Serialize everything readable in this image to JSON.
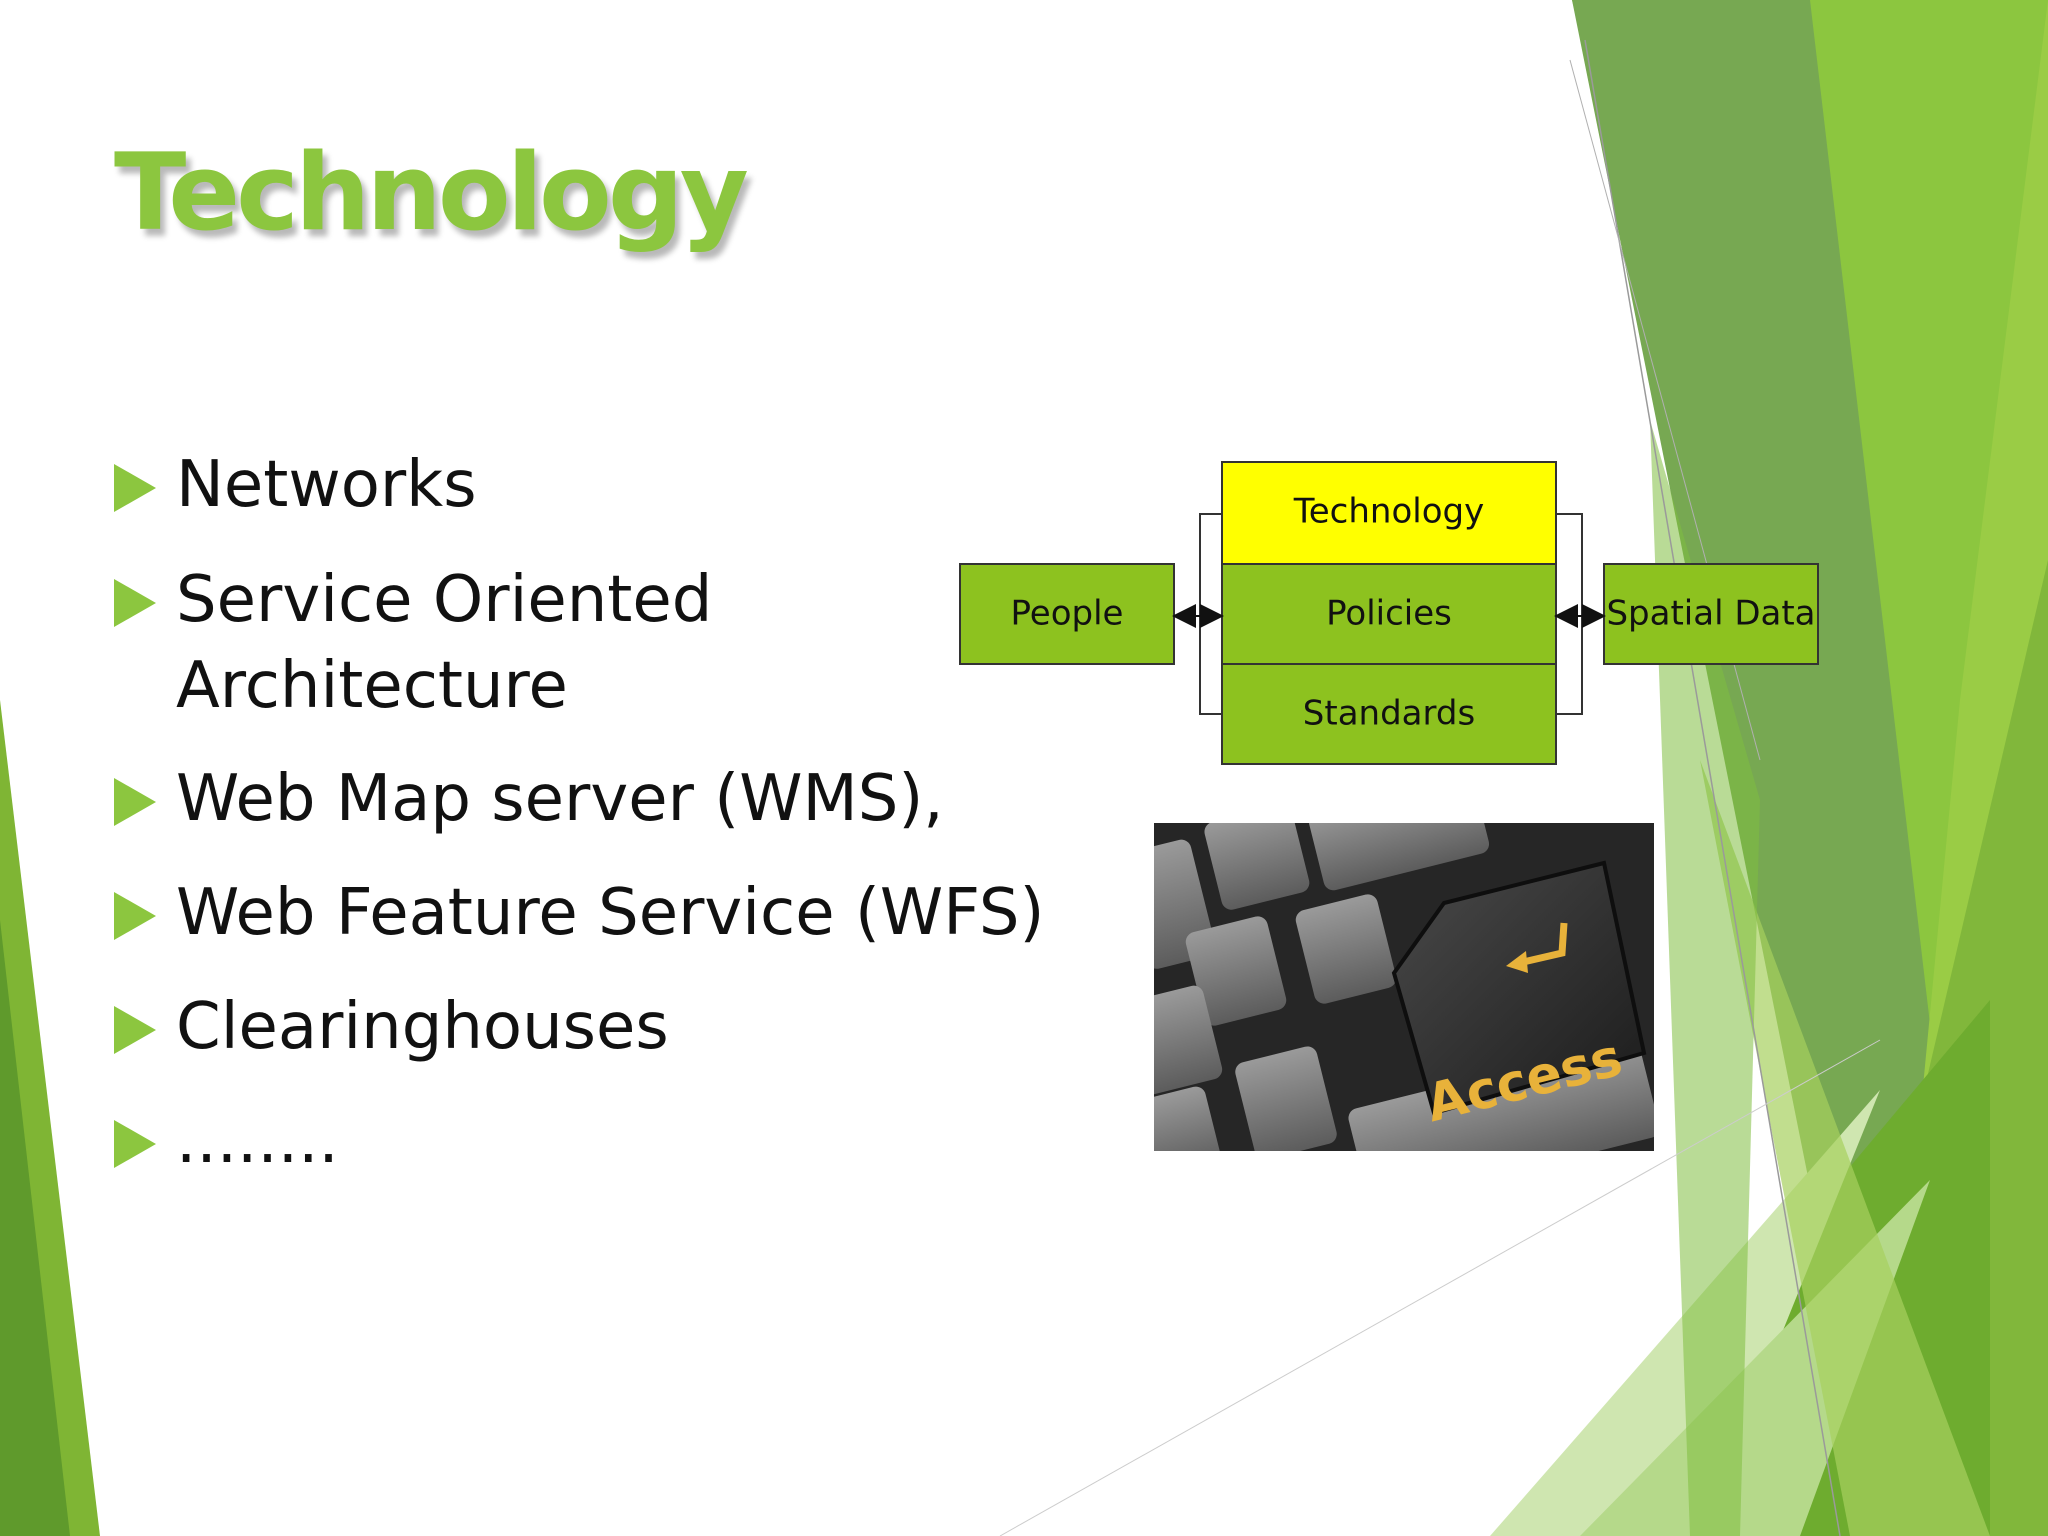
{
  "slide": {
    "title": "Technology",
    "bullets": [
      {
        "lines": [
          "Networks"
        ]
      },
      {
        "lines": [
          "Service Oriented",
          "Architecture"
        ]
      },
      {
        "lines": [
          "Web Map server (WMS),"
        ]
      },
      {
        "lines": [
          "Web Feature Service (WFS)"
        ]
      },
      {
        "lines": [
          "Clearinghouses"
        ]
      },
      {
        "lines": [
          "........"
        ]
      }
    ]
  },
  "diagram": {
    "center_boxes": [
      "Technology",
      "Policies",
      "Standards"
    ],
    "left_box": "People",
    "right_box": "Spatial Data"
  },
  "photo": {
    "key_label": "Access"
  },
  "colors": {
    "accent_green": "#8cc63f",
    "highlight_yellow": "#ffff00",
    "box_green": "#8dc21f"
  }
}
